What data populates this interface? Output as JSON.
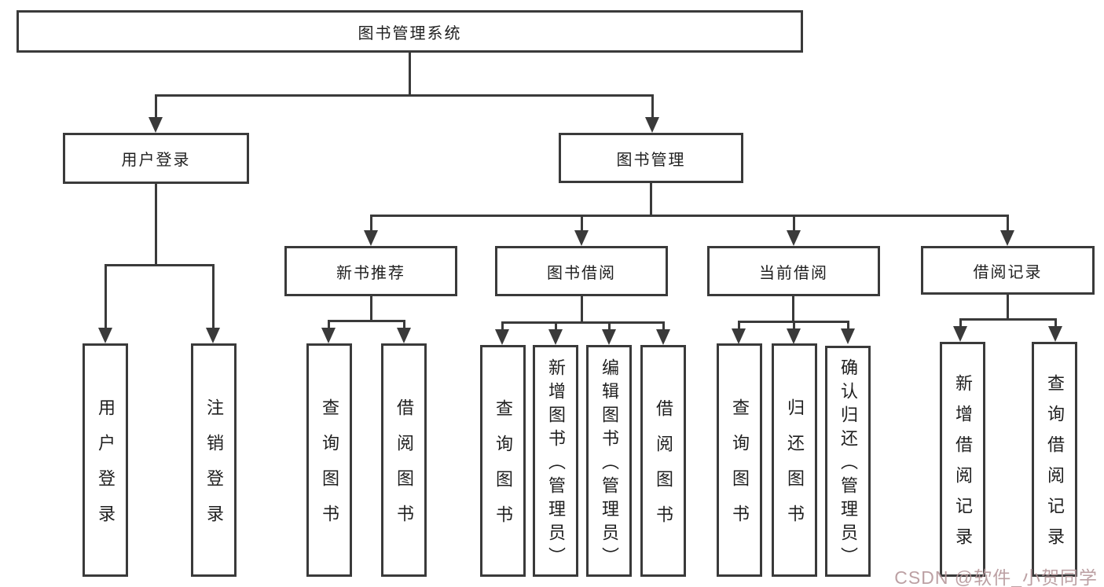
{
  "diagram": {
    "root": {
      "label": "图书管理系统"
    },
    "level2": {
      "user_login": {
        "label": "用户登录"
      },
      "book_management": {
        "label": "图书管理"
      }
    },
    "level3": {
      "new_book_recommend": {
        "label": "新书推荐"
      },
      "book_borrow": {
        "label": "图书借阅"
      },
      "current_borrow": {
        "label": "当前借阅"
      },
      "borrow_records": {
        "label": "借阅记录"
      }
    },
    "leaves": {
      "user_login_leaf": {
        "label": "用户登录"
      },
      "logout_leaf": {
        "label": "注销登录"
      },
      "rec_query_book": {
        "label": "查询图书"
      },
      "rec_borrow_book": {
        "label": "借阅图书"
      },
      "bb_query_book": {
        "label": "查询图书"
      },
      "bb_add_book": {
        "label": "新增图书（管理员）"
      },
      "bb_edit_book": {
        "label": "编辑图书（管理员）"
      },
      "bb_borrow_book": {
        "label": "借阅图书"
      },
      "cb_query_book": {
        "label": "查询图书"
      },
      "cb_return_book": {
        "label": "归还图书"
      },
      "cb_confirm_return": {
        "label": "确认归还（管理员）"
      },
      "br_add_record": {
        "label": "新增借阅记录"
      },
      "br_query_record": {
        "label": "查询借阅记录"
      }
    },
    "watermark": "CSDN @软件_小贺同学",
    "colors": {
      "line": "#3a3a3a",
      "text": "#1f1f1f",
      "watermark": "#b5969a"
    }
  }
}
